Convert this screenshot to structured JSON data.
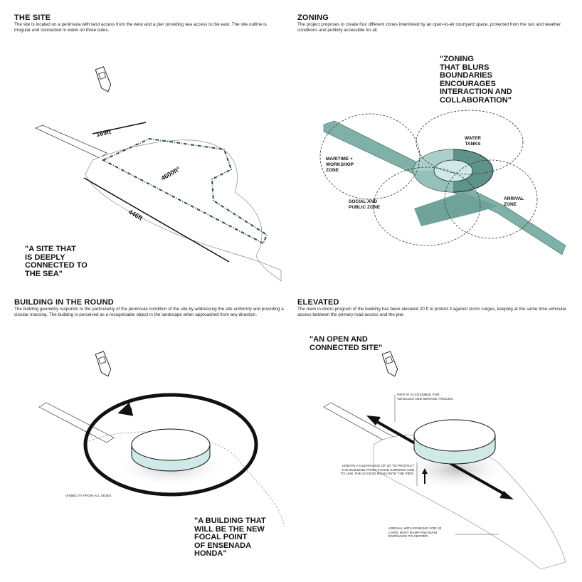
{
  "panels": [
    {
      "title": "THE SITE",
      "description": "The site is located on a peninsula with land access from the west and a pier providing sea access to the east. The site outline is irregular and connected to water on three sides.",
      "quote": "\"A SITE THAT\nIS DEEPLY\nCONNECTED TO\nTHE SEA\"",
      "dimensions": {
        "width": "169ft",
        "area": "4600ft²",
        "length": "446ft"
      }
    },
    {
      "title": "ZONING",
      "description": "The project proposes to create four different zones interlinked by an open-to-air courtyard space, protected from the sun and weather conditions and publicly accessible for all.",
      "quote": "\"ZONING\nTHAT BLURS\nBOUNDARIES\nENCOURAGES\nINTERACTION AND\nCOLLABORATION\"",
      "zones": [
        "WATER\nTANKS",
        "MARITIME +\nWORKSHOP\nZONE",
        "SOCIAL AND\nPUBLIC ZONE",
        "ARRIVAL\nZONE"
      ]
    },
    {
      "title": "BUILDING IN THE ROUND",
      "description": "The building geometry responds to the particularity of the peninsula condition of the site by addressing the site uniformly and providing a circular massing. The building is perceived as a recognisable object in the landscape when approached from any direction.",
      "quote": "\"A BUILDING THAT\nWILL BE THE NEW\nFOCAL POINT\nOF ENSENADA\nHONDA\"",
      "note": "VISIBILITY FROM ALL SIDES"
    },
    {
      "title": "ELEVATED",
      "description": "The main in-doors program of the building has been elevated 20 ft to protect it against storm surges, keeping at the same time vehicular access between the primary road access and the pier.",
      "quote": "\"AN OPEN AND\nCONNECTED  SITE\"",
      "notes": [
        "PIER IS ACCESSIBLE FOR\nVEHICLES AND SERVICE TRUCKS.",
        "CREATE A CLEARANCE OF 20' TO PROTECT\nTHE BUILDING FROM FLOOD SURGING AND\nTO LINK THE ACCESS ROAD WITH THE PIER.",
        "ARRIVAL WITH PARKING FOR 20\nCARS, BOAT RAMP AND MAIN\nENTRANCE TO CENTER"
      ]
    }
  ],
  "colors": {
    "zone_light": "#a9cfc8",
    "zone_mid": "#7fb1a8",
    "zone_dark": "#4e8479",
    "building_glass": "#cfe9e6",
    "outline": "#111111"
  }
}
